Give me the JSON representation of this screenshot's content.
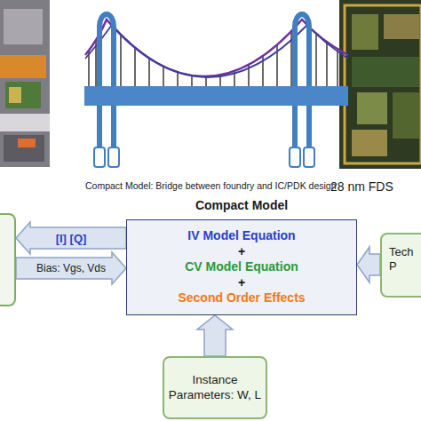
{
  "diagram": {
    "caption": "Compact Model: Bridge between foundry and IC/PDK design",
    "nodes": [
      {
        "text": []
      },
      {
        "text": [
          "Compact Model",
          "IV Model Equation",
          "+",
          "CV Model Equation",
          "+",
          "Second Order Effects"
        ]
      },
      {
        "text": [
          "Tech P"
        ]
      },
      {
        "text": [
          "Instance Parameters: W, L"
        ]
      }
    ],
    "edges": [
      {
        "from": 1,
        "to": 0,
        "arrow": "to",
        "label": "[I] [Q]"
      },
      {
        "from": 0,
        "to": 1,
        "arrow": "to",
        "label": "Bias: Vgs, Vds"
      },
      {
        "from": 2,
        "to": 1,
        "arrow": "to"
      },
      {
        "from": 3,
        "to": 1,
        "arrow": "to"
      }
    ],
    "labels": [
      "28 nm FDS"
    ]
  }
}
